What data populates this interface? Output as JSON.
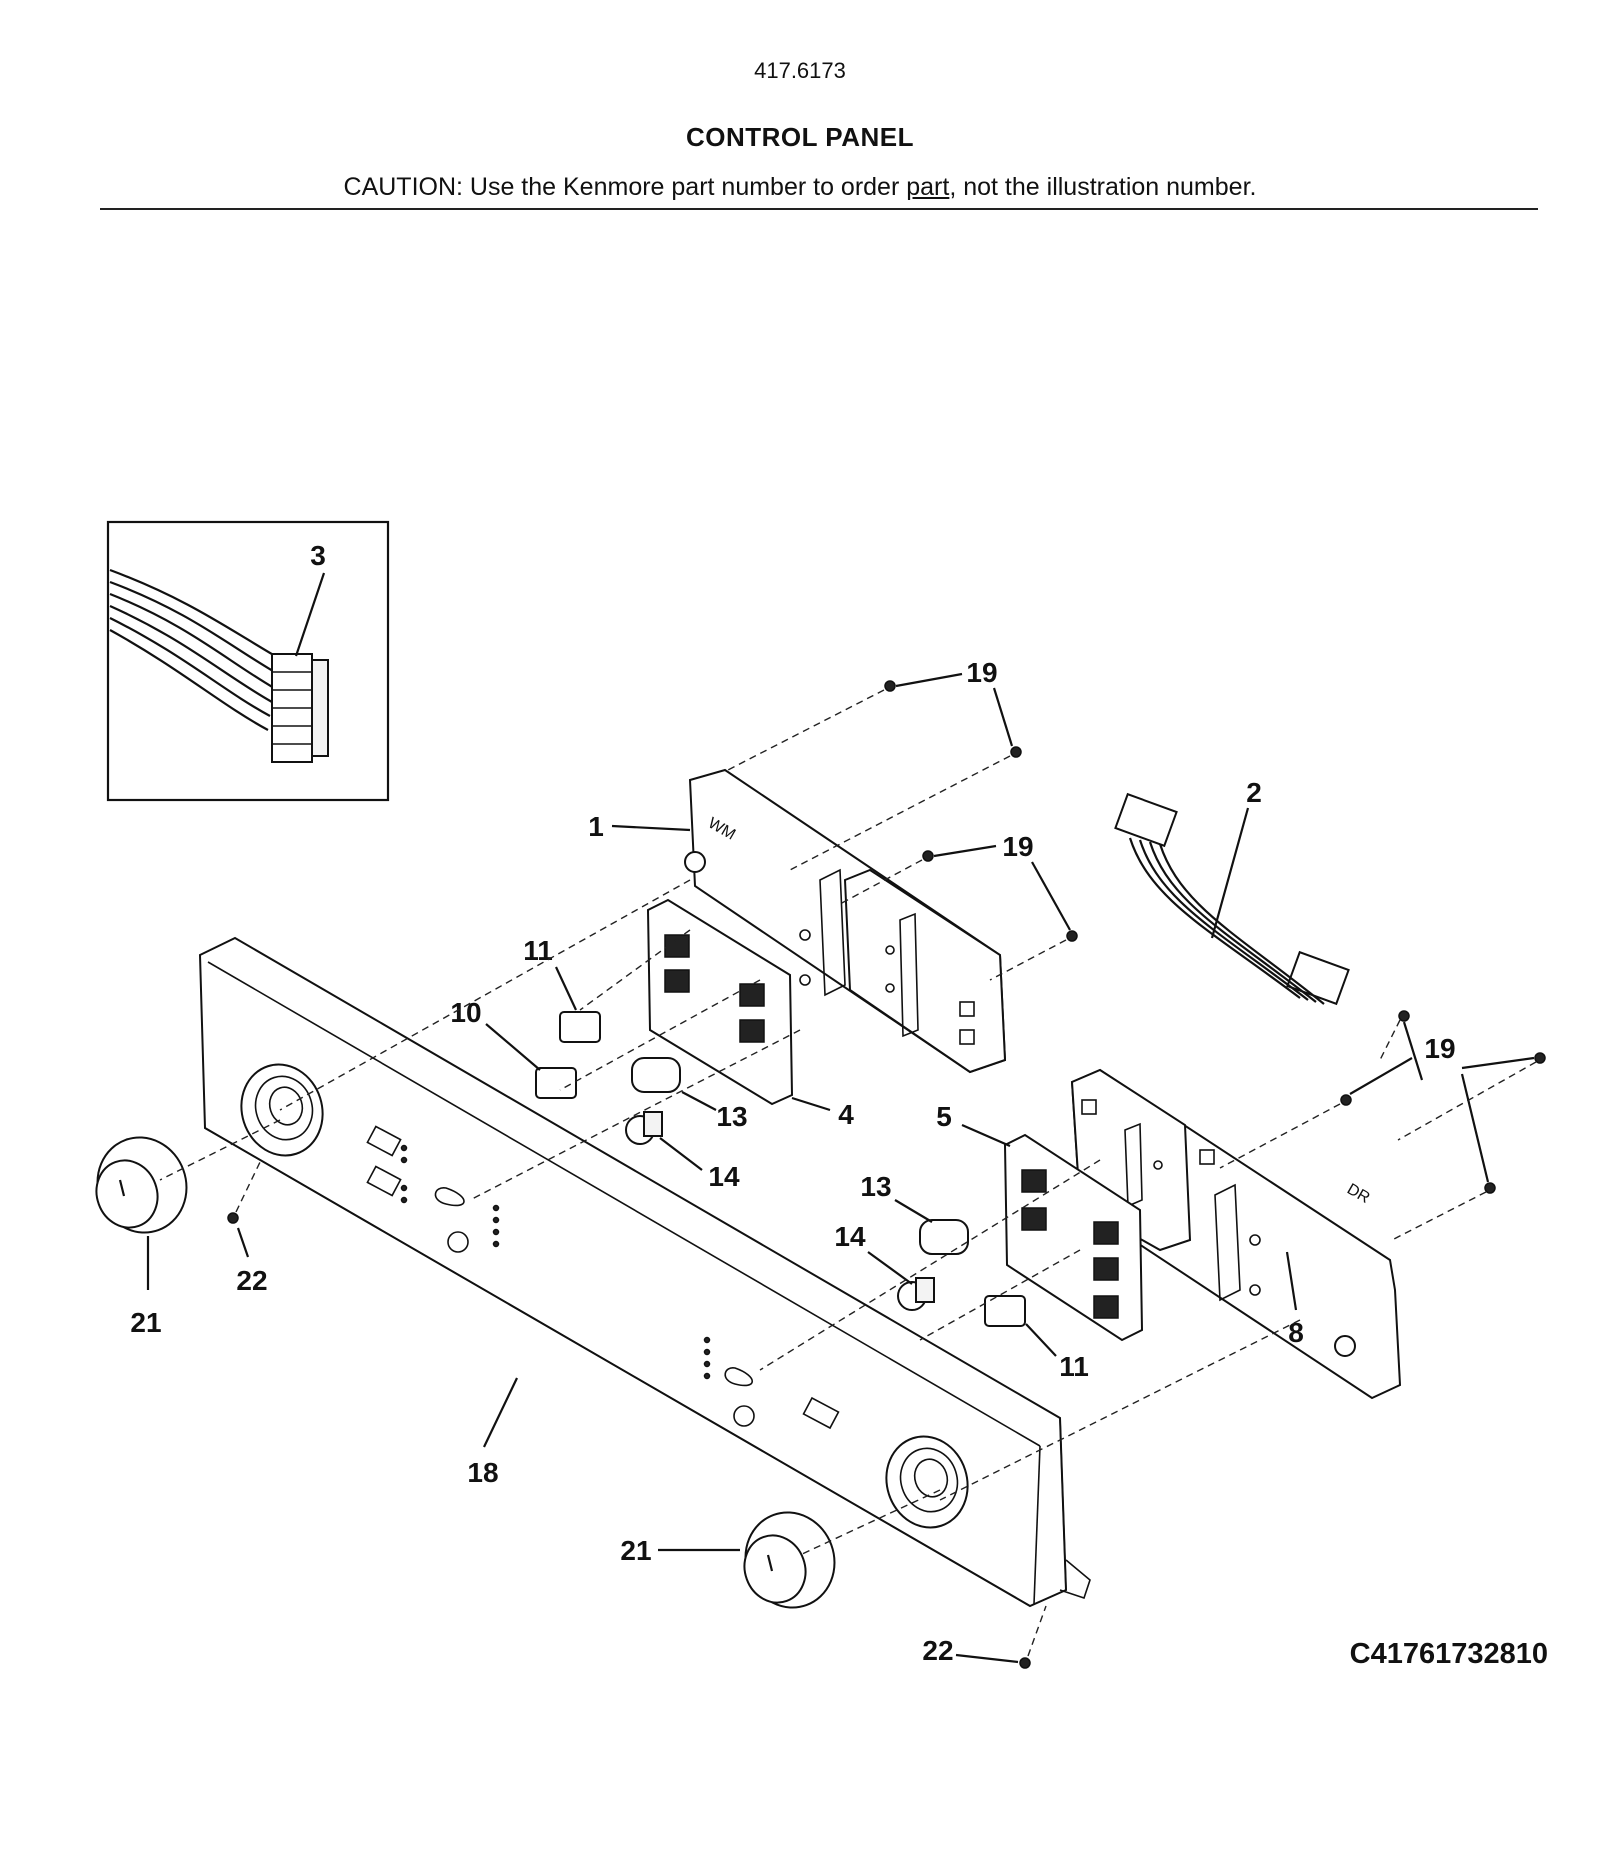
{
  "header": {
    "model_number": "417.6173",
    "title": "CONTROL PANEL",
    "caution_prefix": "CAUTION: Use the Kenmore part number to order ",
    "caution_underlined": "part",
    "caution_suffix": ", not the illustration number."
  },
  "diagram_code": "C41761732810",
  "callouts": {
    "c1": "1",
    "c2": "2",
    "c3": "3",
    "c4": "4",
    "c5": "5",
    "c8": "8",
    "c10": "10",
    "c11a": "11",
    "c11b": "11",
    "c13a": "13",
    "c13b": "13",
    "c14a": "14",
    "c14b": "14",
    "c18": "18",
    "c19a": "19",
    "c19b": "19",
    "c19c": "19",
    "c21a": "21",
    "c21b": "21",
    "c22a": "22",
    "c22b": "22"
  },
  "board_marks": {
    "washer": "WM",
    "dryer": "DR"
  }
}
